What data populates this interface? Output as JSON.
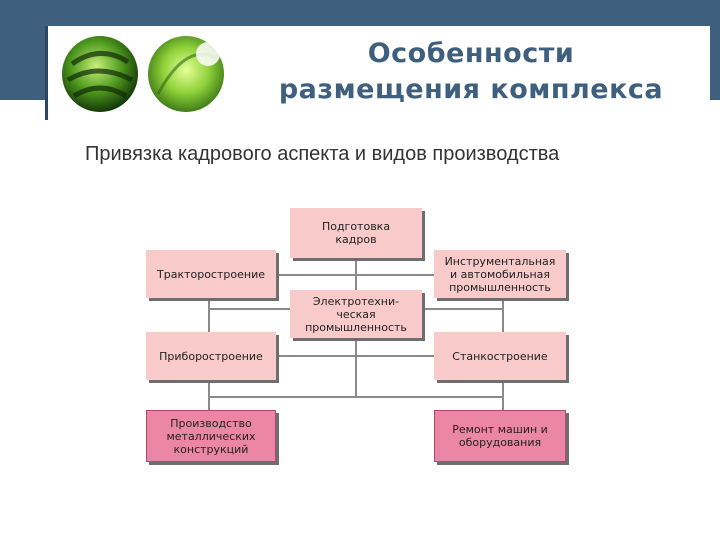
{
  "header": {
    "title_line1": "Особенности",
    "title_line2": "размещения комплекса",
    "logo_icons": [
      "green-leaf-orb-icon",
      "green-leaf-orb-icon"
    ]
  },
  "subtitle": "Привязка кадрового аспекта и видов производства",
  "diagram": {
    "nodes": {
      "training": "Подготовка\nкадров",
      "tractor": "Тракторостроение",
      "instrument_auto": "Инструментальная\nи автомобильная\nпромышленность",
      "electrotech": "Электротехни-\nческая\nпромышленность",
      "instrument_making": "Приборостроение",
      "machine_tool": "Станкостроение",
      "metal_structures": "Производство\nметаллических\nконструкций",
      "repair": "Ремонт машин и\nоборудования"
    }
  },
  "colors": {
    "header_band": "#3f5f7f",
    "title": "#3f5f7f",
    "node_light": "#f8caca",
    "node_dark": "#ec86a6"
  }
}
